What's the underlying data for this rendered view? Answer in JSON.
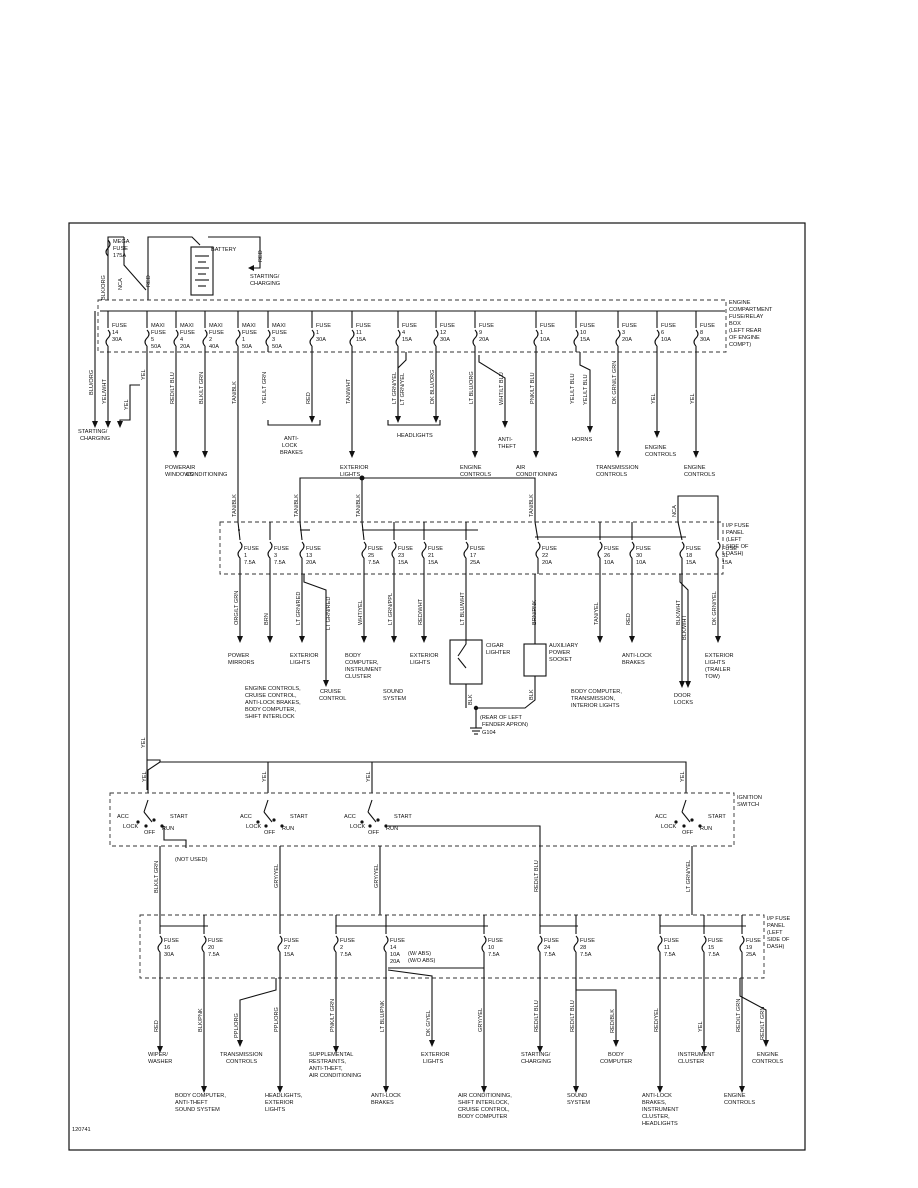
{
  "figure_id": "120741",
  "battery": {
    "label": "BATTERY",
    "wire": "RED",
    "dest": [
      "STARTING/",
      "CHARGING"
    ]
  },
  "mega_fuse": {
    "label": [
      "MEGA",
      "FUSE",
      "175A"
    ],
    "wire_left": "BLK/ORG",
    "wire_right": "NCA"
  },
  "top_red_label": "RED",
  "engine_box": {
    "title": [
      "ENGINE",
      "COMPARTMENT",
      "FUSE/RELAY",
      "BOX",
      "(LEFT REAR",
      "OF ENGINE",
      "COMPT)"
    ],
    "fuses": [
      {
        "lines": [
          "FUSE",
          "14",
          "30A"
        ],
        "wire": "YEL/WHT",
        "dest": []
      },
      {
        "lines": [
          "MAXI",
          "FUSE",
          "5",
          "50A"
        ],
        "wire": "",
        "dest": []
      },
      {
        "lines": [
          "MAXI",
          "FUSE",
          "4",
          "20A"
        ],
        "wire": "RED/LT BLU",
        "dest": [
          "POWER",
          "WINDOWS"
        ]
      },
      {
        "lines": [
          "MAXI",
          "FUSE",
          "2",
          "40A"
        ],
        "wire": "BLK/LT GRN",
        "dest": [
          "AIR",
          "CONDITIONING"
        ]
      },
      {
        "lines": [
          "MAXI",
          "FUSE",
          "1",
          "50A"
        ],
        "wire": "TAN/BLK",
        "dest": []
      },
      {
        "lines": [
          "MAXI",
          "FUSE",
          "3",
          "50A"
        ],
        "wire": "YEL/LT GRN",
        "dest": []
      },
      {
        "lines": [
          "FUSE",
          "1",
          "30A"
        ],
        "wire": "RED",
        "dest": []
      },
      {
        "lines": [
          "FUSE",
          "11",
          "15A"
        ],
        "wire": "TAN/WHT",
        "dest": [
          "EXTERIOR",
          "LIGHTS"
        ]
      },
      {
        "lines": [
          "FUSE",
          "4",
          "15A"
        ],
        "wire": "LT GRN/YEL",
        "dest": []
      },
      {
        "lines": [
          "FUSE",
          "12",
          "30A"
        ],
        "wire": "DK BLU/ORG",
        "dest": []
      },
      {
        "lines": [
          "FUSE",
          "9",
          "20A"
        ],
        "wire": "LT BLU/ORG",
        "dest": [
          "ENGINE",
          "CONTROLS"
        ]
      },
      {
        "lines": [
          "FUSE",
          "1",
          "10A"
        ],
        "wire": "PNK/LT BLU",
        "dest": [
          "AIR",
          "CONDITIONING"
        ]
      },
      {
        "lines": [
          "FUSE",
          "10",
          "15A"
        ],
        "wire": "YEL/LT BLU",
        "dest": []
      },
      {
        "lines": [
          "FUSE",
          "3",
          "20A"
        ],
        "wire": "DK GRN/LT GRN",
        "dest": [
          "TRANSMISSION",
          "CONTROLS"
        ]
      },
      {
        "lines": [
          "FUSE",
          "6",
          "10A"
        ],
        "wire": "YEL",
        "dest": [
          "ENGINE",
          "CONTROLS"
        ]
      },
      {
        "lines": [
          "FUSE",
          "8",
          "30A"
        ],
        "wire": "YEL",
        "dest": [
          "ENGINE",
          "CONTROLS"
        ]
      }
    ],
    "extra_wires": {
      "blu_org": "BLU/ORG",
      "yel_a": "YEL",
      "yel_b": "YEL",
      "lt_grn_yel_b": "LT GRN/YEL",
      "wht_lt_blu": "WHT/LT BLU",
      "yel_lt_blu_b": "YEL/LT BLU"
    },
    "group_dests": {
      "starting": [
        "STARTING/",
        "CHARGING"
      ],
      "abs": [
        "ANTI-",
        "LOCK",
        "BRAKES"
      ],
      "headlights": [
        "HEADLIGHTS"
      ],
      "anti_theft": [
        "ANTI-",
        "THEFT"
      ],
      "horns": [
        "HORNS"
      ]
    }
  },
  "ip_panel_1": {
    "title": [
      "I/P FUSE",
      "PANEL",
      "(LEFT",
      "SIDE OF",
      "DASH)"
    ],
    "feed_wires": [
      "TAN/BLK",
      "TAN/BLK",
      "TAN/BLK",
      "TAN/BLK"
    ],
    "nca": "NCA",
    "fuses": [
      {
        "lines": [
          "FUSE",
          "1",
          "7.5A"
        ],
        "wire": "ORG/LT GRN",
        "dest": [
          "POWER",
          "MIRRORS"
        ]
      },
      {
        "lines": [
          "FUSE",
          "3",
          "7.5A"
        ],
        "wire": "BRN",
        "dest": [
          "ENGINE CONTROLS,",
          "CRUISE CONTROL,",
          "ANTI-LOCK BRAKES,",
          "BODY COMPUTER,",
          "SHIFT INTERLOCK"
        ]
      },
      {
        "lines": [
          "FUSE",
          "13",
          "20A"
        ],
        "wire": "LT GRN/RED",
        "dest": [
          "EXTERIOR",
          "LIGHTS"
        ]
      },
      {
        "lines": [
          "FUSE",
          "25",
          "7.5A"
        ],
        "wire": "WHT/YEL",
        "dest": [
          "BODY",
          "COMPUTER,",
          "INSTRUMENT",
          "CLUSTER"
        ]
      },
      {
        "lines": [
          "FUSE",
          "23",
          "15A"
        ],
        "wire": "LT GRN/PPL",
        "dest": [
          "SOUND",
          "SYSTEM"
        ]
      },
      {
        "lines": [
          "FUSE",
          "21",
          "15A"
        ],
        "wire": "RED/WHT",
        "dest": [
          "EXTERIOR",
          "LIGHTS"
        ]
      },
      {
        "lines": [
          "FUSE",
          "17",
          "25A"
        ],
        "wire": "LT BLU/WHT",
        "dest": []
      },
      {
        "lines": [
          "FUSE",
          "22",
          "20A"
        ],
        "wire": "BRN/PNK",
        "dest": []
      },
      {
        "lines": [
          "FUSE",
          "26",
          "10A"
        ],
        "wire": "TAN/YEL",
        "dest": [
          "BODY COMPUTER,",
          "TRANSMISSION,",
          "INTERIOR LIGHTS"
        ]
      },
      {
        "lines": [
          "FUSE",
          "30",
          "10A"
        ],
        "wire": "RED",
        "dest": [
          "ANTI-LOCK",
          "BRAKES"
        ]
      },
      {
        "lines": [
          "FUSE",
          "18",
          "15A"
        ],
        "wire": "BLK/WHT",
        "dest": [
          "DOOR",
          "LOCKS"
        ]
      },
      {
        "lines": [
          "FUSE",
          "31",
          "15A"
        ],
        "wire": "DK GRN/YEL",
        "dest": [
          "EXTERIOR",
          "LIGHTS",
          "(TRAILER",
          "TOW)"
        ]
      }
    ],
    "lt_grn_red_b": "LT GRN/RED",
    "cruise": [
      "CRUISE",
      "CONTROL"
    ],
    "blk_wht_b": "BLK/WHT",
    "cigar": [
      "CIGAR",
      "LIGHTER"
    ],
    "aux": [
      "AUXILIARY",
      "POWER",
      "SOCKET"
    ],
    "blk_a": "BLK",
    "blk_b": "BLK",
    "ground": [
      "(REAR OF LEFT",
      "FENDER APRON)"
    ],
    "ground_id": "G104"
  },
  "ign_switch": {
    "title": [
      "IGNITION",
      "SWITCH"
    ],
    "feed_wire": "YEL",
    "yel_labels": [
      "YEL",
      "YEL",
      "YEL",
      "YEL"
    ],
    "acc": "ACC",
    "lock": "LOCK",
    "off": "OFF",
    "run": "RUN",
    "start": "START",
    "not_used": "(NOT USED)",
    "out_wires": [
      "BLK/LT GRN",
      "GRY/YEL",
      "GRY/YEL",
      "RED/LT BLU",
      "LT GRN/YEL"
    ]
  },
  "ip_panel_2": {
    "title": [
      "I/P FUSE",
      "PANEL",
      "(LEFT",
      "SIDE OF",
      "DASH)"
    ],
    "abs_note": [
      "(W/ ABS)",
      "(W/O ABS)"
    ],
    "fuses": [
      {
        "lines": [
          "FUSE",
          "16",
          "30A"
        ],
        "wire": "RED",
        "dest": [
          "WIPER/",
          "WASHER"
        ]
      },
      {
        "lines": [
          "FUSE",
          "20",
          "7.5A"
        ],
        "wire": "BLK/PNK",
        "dest": [
          "BODY COMPUTER,",
          "ANTI-THEFT",
          "SOUND SYSTEM"
        ]
      },
      {
        "lines": [
          "FUSE",
          "27",
          "15A"
        ],
        "wire": "PPL/ORG",
        "dest": [
          "HEADLIGHTS,",
          "EXTERIOR",
          "LIGHTS"
        ]
      },
      {
        "lines": [
          "FUSE",
          "2",
          "7.5A"
        ],
        "wire": "PNK/LT GRN",
        "dest": [
          "SUPPLEMENTAL",
          "RESTRAINTS,",
          "ANTI-THEFT,",
          "AIR CONDITIONING"
        ]
      },
      {
        "lines": [
          "FUSE",
          "14",
          "10A",
          "20A"
        ],
        "wire": "LT BLU/PNK",
        "dest": [
          "ANTI-LOCK",
          "BRAKES"
        ]
      },
      {
        "lines": [
          "FUSE",
          "10",
          "7.5A"
        ],
        "wire": "GRY/YEL",
        "dest": [
          "AIR CONDITIONING,",
          "SHIFT INTERLOCK,",
          "CRUISE CONTROL,",
          "BODY COMPUTER"
        ]
      },
      {
        "lines": [
          "FUSE",
          "24",
          "7.5A"
        ],
        "wire": "RED/LT BLU",
        "dest": [
          "STARTING/",
          "CHARGING"
        ]
      },
      {
        "lines": [
          "FUSE",
          "28",
          "7.5A"
        ],
        "wire": "RED/LT BLU",
        "dest": [
          "SOUND",
          "SYSTEM"
        ]
      },
      {
        "lines": [
          "FUSE",
          "11",
          "7.5A"
        ],
        "wire": "RED/YEL",
        "dest": [
          "ANTI-LOCK",
          "BRAKES,",
          "INSTRUMENT",
          "CLUSTER,",
          "HEADLIGHTS"
        ]
      },
      {
        "lines": [
          "FUSE",
          "15",
          "7.5A"
        ],
        "wire": "YEL",
        "dest": [
          "INSTRUMENT",
          "CLUSTER"
        ]
      },
      {
        "lines": [
          "FUSE",
          "19",
          "25A"
        ],
        "wire": "RED/LT GRN",
        "dest": [
          "ENGINE",
          "CONTROLS"
        ]
      }
    ],
    "ppl_org_a": "PPL/ORG",
    "trans_dest": [
      "TRANSMISSION",
      "CONTROLS"
    ],
    "dkg_yel": "DK G/YEL",
    "ext_dest": [
      "EXTERIOR",
      "LIGHTS"
    ],
    "red_blk": "RED/BLK",
    "body_dest": [
      "BODY",
      "COMPUTER"
    ],
    "red_lt_grn_b": "RED/LT GRN",
    "eng_dest": [
      "ENGINE",
      "CONTROLS"
    ]
  }
}
